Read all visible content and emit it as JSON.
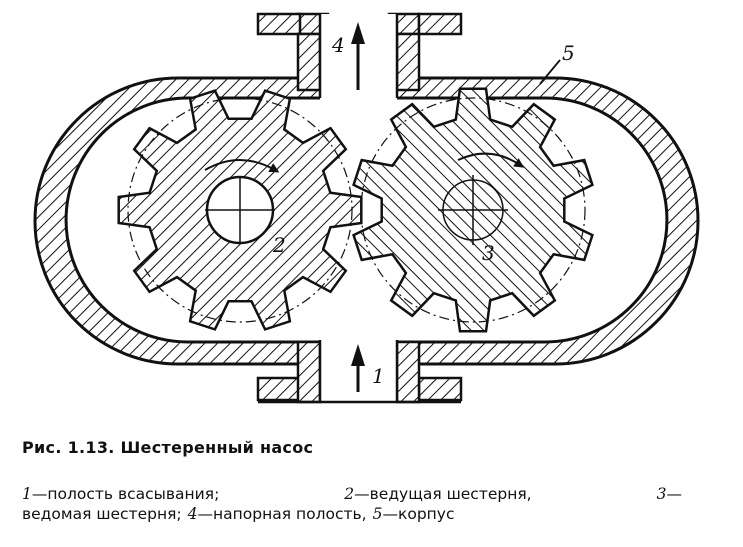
{
  "labels": {
    "pressure_label": "4",
    "housing_label": "5",
    "driving_label": "2",
    "driven_label": "3",
    "suction_label": "1"
  },
  "caption": {
    "title": "Рис. 1.13. Шестеренный насос",
    "legend_line1": [
      "1",
      "—полость всасывания;",
      "2",
      "—ведущая шестерня,",
      "3",
      "—"
    ],
    "legend_line2": [
      "ведомая шестерня;",
      "4",
      "—напорная полость,",
      "5",
      "—корпус"
    ]
  }
}
